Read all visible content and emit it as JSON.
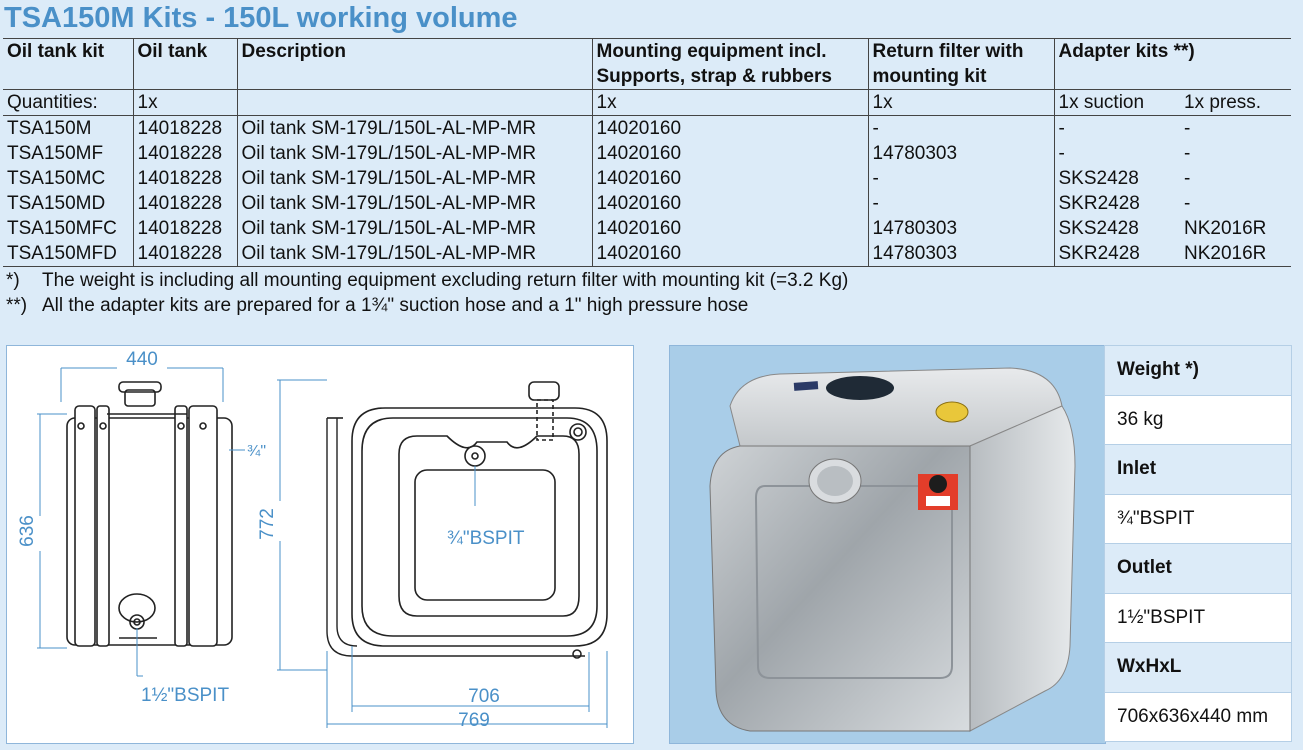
{
  "title": "TSA150M Kits - 150L working volume",
  "table": {
    "headers": {
      "kit": "Oil tank kit",
      "tank": "Oil tank",
      "desc": "Description",
      "mount1": "Mounting equipment incl.",
      "mount2": "Supports, strap & rubbers",
      "ret1": "Return filter with",
      "ret2": "mounting kit",
      "adapter": "Adapter kits **)"
    },
    "quantities": {
      "label": "Quantities:",
      "tank": "1x",
      "desc": "",
      "mount": "1x",
      "ret": "1x",
      "suction": "1x suction",
      "press": "1x press."
    },
    "rows": [
      {
        "kit": "TSA150M",
        "tank": "14018228",
        "desc": "Oil tank SM-179L/150L-AL-MP-MR",
        "mount": "14020160",
        "ret": "-",
        "suction": "-",
        "press": "-"
      },
      {
        "kit": "TSA150MF",
        "tank": "14018228",
        "desc": "Oil tank SM-179L/150L-AL-MP-MR",
        "mount": "14020160",
        "ret": "14780303",
        "suction": "-",
        "press": "-"
      },
      {
        "kit": "TSA150MC",
        "tank": "14018228",
        "desc": "Oil tank SM-179L/150L-AL-MP-MR",
        "mount": "14020160",
        "ret": "-",
        "suction": "SKS2428",
        "press": "-"
      },
      {
        "kit": "TSA150MD",
        "tank": "14018228",
        "desc": "Oil tank SM-179L/150L-AL-MP-MR",
        "mount": "14020160",
        "ret": "-",
        "suction": "SKR2428",
        "press": "-"
      },
      {
        "kit": "TSA150MFC",
        "tank": "14018228",
        "desc": "Oil tank SM-179L/150L-AL-MP-MR",
        "mount": "14020160",
        "ret": "14780303",
        "suction": "SKS2428",
        "press": "NK2016R"
      },
      {
        "kit": "TSA150MFD",
        "tank": "14018228",
        "desc": "Oil tank SM-179L/150L-AL-MP-MR",
        "mount": "14020160",
        "ret": "14780303",
        "suction": "SKR2428",
        "press": "NK2016R"
      }
    ]
  },
  "notes": [
    {
      "mark": "*)",
      "text": "The weight is including all mounting equipment excluding return filter with mounting kit (=3.2 Kg)"
    },
    {
      "mark": "**)",
      "text": "All the adapter kits are prepared for a 1¾\" suction hose and a 1\" high pressure hose"
    }
  ],
  "drawing": {
    "width": "440",
    "height_left": "636",
    "height_right": "772",
    "side_port": "¾\"",
    "inlet": "¾\"BSPIT",
    "outlet": "1½\"BSPIT",
    "depth1": "706",
    "depth2": "769"
  },
  "specs": [
    {
      "label": "Weight *)",
      "value": "36 kg"
    },
    {
      "label": "Inlet",
      "value": "¾\"BSPIT"
    },
    {
      "label": "Outlet",
      "value": "1½\"BSPIT"
    },
    {
      "label": "WxHxL",
      "value": "706x636x440 mm"
    }
  ],
  "colors": {
    "title": "#4a90c8",
    "background": "#dcebf8",
    "dimension": "#4a90c8"
  }
}
